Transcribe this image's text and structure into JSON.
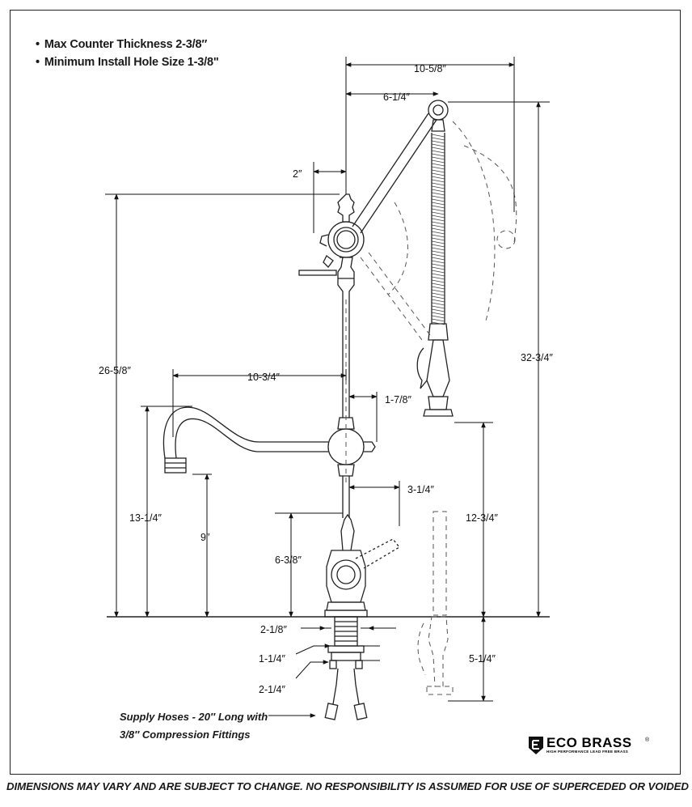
{
  "notes": [
    "Max Counter Thickness 2-3/8″",
    "Minimum Install Hole Size 1-3/8\""
  ],
  "dimensions": {
    "d_10_5_8": "10-5/8″",
    "d_6_1_4": "6-1/4″",
    "d_2": "2″",
    "d_26_5_8": "26-5/8″",
    "d_32_3_4": "32-3/4″",
    "d_10_3_4": "10-3/4″",
    "d_1_7_8": "1-7/8″",
    "d_13_1_4": "13-1/4″",
    "d_9": "9″",
    "d_3_1_4": "3-1/4″",
    "d_12_3_4": "12-3/4″",
    "d_6_3_8": "6-3/8″",
    "d_2_1_8": "2-1/8″",
    "d_1_1_4": "1-1/4″",
    "d_2_1_4": "2-1/4″",
    "d_5_1_4": "5-1/4″"
  },
  "supply_hoses": [
    "Supply Hoses - 20″ Long with",
    "3/8″ Compression Fittings"
  ],
  "logo": {
    "name": "ECO BRASS",
    "mark": "®",
    "tagline": "HIGH PERFORMANCE LEAD FREE BRASS"
  },
  "footer": "DIMENSIONS MAY VARY AND ARE SUBJECT TO CHANGE. NO RESPONSIBILITY IS ASSUMED FOR USE OF SUPERCEDED OR VOIDED DATA"
}
